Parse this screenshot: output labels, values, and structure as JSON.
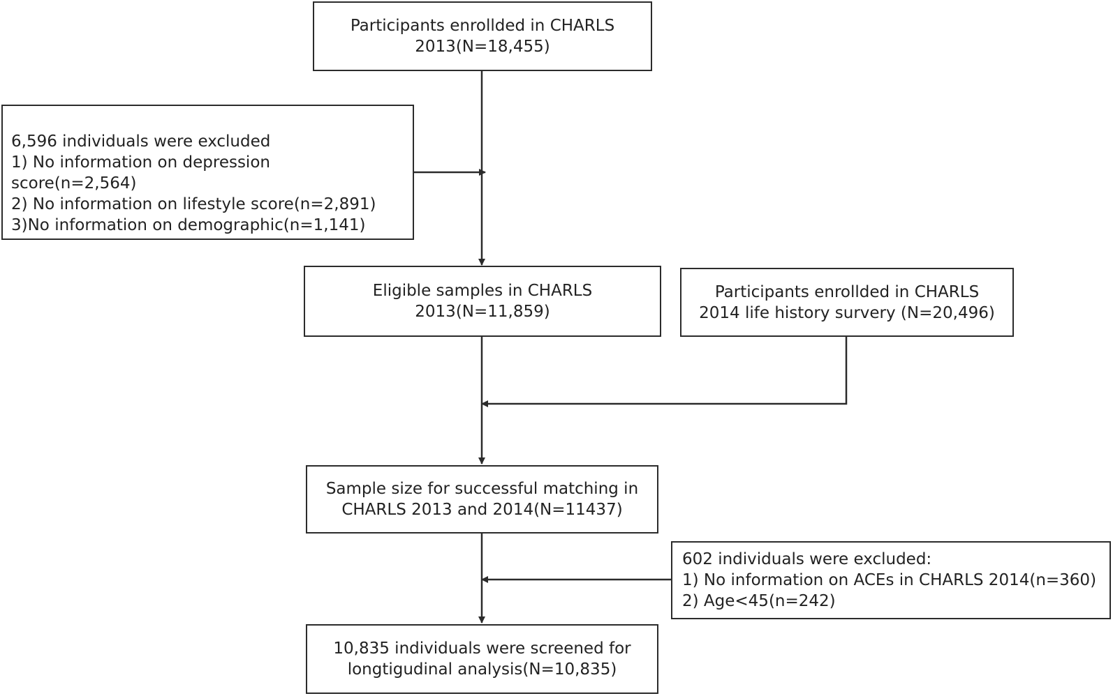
{
  "boxes": {
    "enrolled_2013": {
      "lines": [
        "Participants enrollded in CHARLS",
        "2013(N=18,455)"
      ]
    },
    "excluded_1": {
      "lines": [
        "6,596 individuals were excluded",
        "1) No information on depression",
        "score(n=2,564)",
        "2) No information on lifestyle score(n=2,891)",
        "3)No information on demographic(n=1,141)"
      ]
    },
    "eligible_2013": {
      "lines": [
        "Eligible samples in CHARLS",
        "2013(N=11,859)"
      ]
    },
    "enrolled_2014": {
      "lines": [
        "Participants enrollded in CHARLS",
        "2014 life history survery (N=20,496)"
      ]
    },
    "matched": {
      "lines": [
        "Sample size for successful matching in",
        "CHARLS 2013 and 2014(N=11437)"
      ]
    },
    "excluded_2": {
      "lines": [
        "602 individuals were excluded:",
        "1) No information on ACEs in CHARLS 2014(n=360)",
        "2) Age<45(n=242)"
      ]
    },
    "final": {
      "lines": [
        "10,835 individuals were screened for",
        "longtigudinal analysis(N=10,835)"
      ]
    }
  },
  "colors": {
    "stroke": "#2b2b2b",
    "text": "#222222",
    "background": "#ffffff"
  }
}
